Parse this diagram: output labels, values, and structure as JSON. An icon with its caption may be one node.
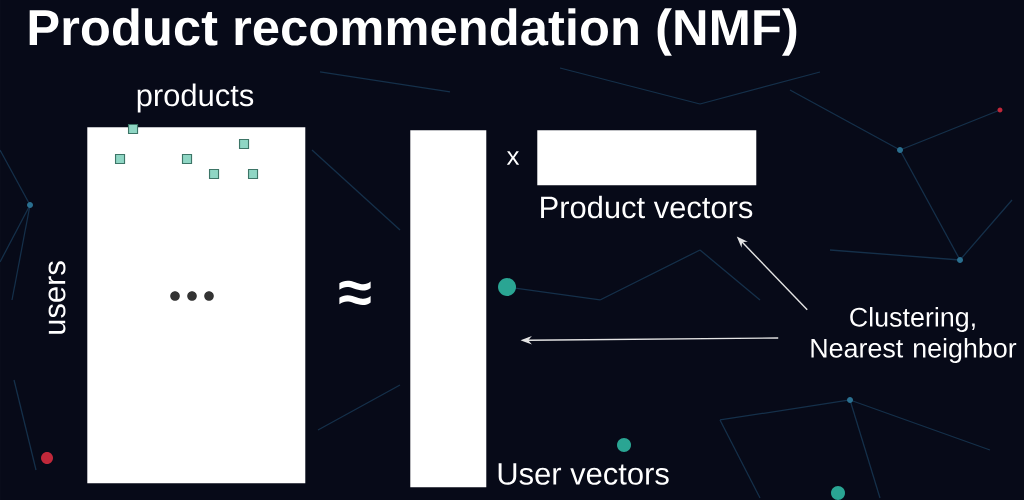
{
  "diagram": {
    "title": "Product recommendation (NMF)",
    "nodes": [
      {
        "text": [],
        "shape": "box",
        "beside": [
          "products",
          "users"
        ]
      },
      {
        "text": [],
        "shape": "box",
        "beside": [
          "User vectors"
        ]
      },
      {
        "text": [],
        "shape": "box",
        "beside": [
          "Product vectors"
        ]
      },
      {
        "text": [
          "Clustering, Nearest neighbor"
        ]
      }
    ],
    "edges": [
      {
        "from": 3,
        "to": 2,
        "arrow": "to"
      },
      {
        "from": 3,
        "to": 1,
        "arrow": "to"
      }
    ],
    "labels": [
      "x",
      "≈"
    ]
  }
}
